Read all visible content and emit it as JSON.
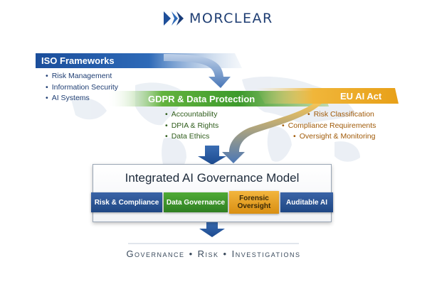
{
  "logo": {
    "text": "MORCLEAR",
    "icon": "morclear-logo-icon"
  },
  "frameworks": {
    "iso": {
      "title": "ISO Frameworks",
      "items": [
        "Risk Management",
        "Information Security",
        "AI Systems"
      ]
    },
    "gdpr": {
      "title": "GDPR & Data Protection",
      "items": [
        "Accountability",
        "DPIA & Rights",
        "Data Ethics"
      ]
    },
    "eu": {
      "title": "EU AI Act",
      "items": [
        "Risk Classification",
        "Compliance Requirements",
        "Oversight & Monitoring"
      ]
    }
  },
  "model": {
    "title": "Integrated AI Governance Model",
    "pillars": [
      "Risk & Compliance",
      "Data Governance",
      "Forensic Oversight",
      "Auditable AI"
    ]
  },
  "footer": [
    "Governance",
    "Risk",
    "Investigations"
  ],
  "colors": {
    "navy": "#1f4f9a",
    "green": "#3c9a2e",
    "orange": "#e8a218",
    "dark_navy": "#1f3e73"
  }
}
